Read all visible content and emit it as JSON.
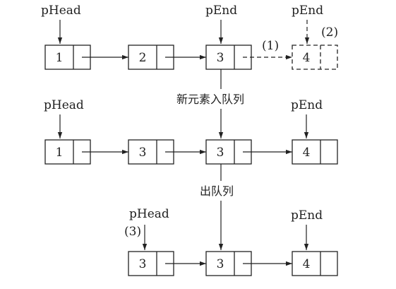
{
  "nodes": [
    {
      "id": "r1n1",
      "value": "1"
    },
    {
      "id": "r1n2",
      "value": "2"
    },
    {
      "id": "r1n3",
      "value": "3"
    },
    {
      "id": "r1n4",
      "value": "4",
      "dashed": true
    },
    {
      "id": "r2n1",
      "value": "1"
    },
    {
      "id": "r2n2",
      "value": "3"
    },
    {
      "id": "r2n3",
      "value": "3"
    },
    {
      "id": "r2n4",
      "value": "4"
    },
    {
      "id": "r3n1",
      "value": "3"
    },
    {
      "id": "r3n2",
      "value": "3"
    },
    {
      "id": "r3n3",
      "value": "4"
    }
  ],
  "labels": {
    "row1_phead": "pHead",
    "row1_pend": "pEnd",
    "row1_pend_new": "pEnd",
    "step1": "(1)",
    "step2": "(2)",
    "enqueue": "新元素入队列",
    "row2_phead": "pHead",
    "row2_pend": "pEnd",
    "dequeue": "出队列",
    "row3_phead": "pHead",
    "step3": "(3)",
    "row3_pend": "pEnd"
  }
}
